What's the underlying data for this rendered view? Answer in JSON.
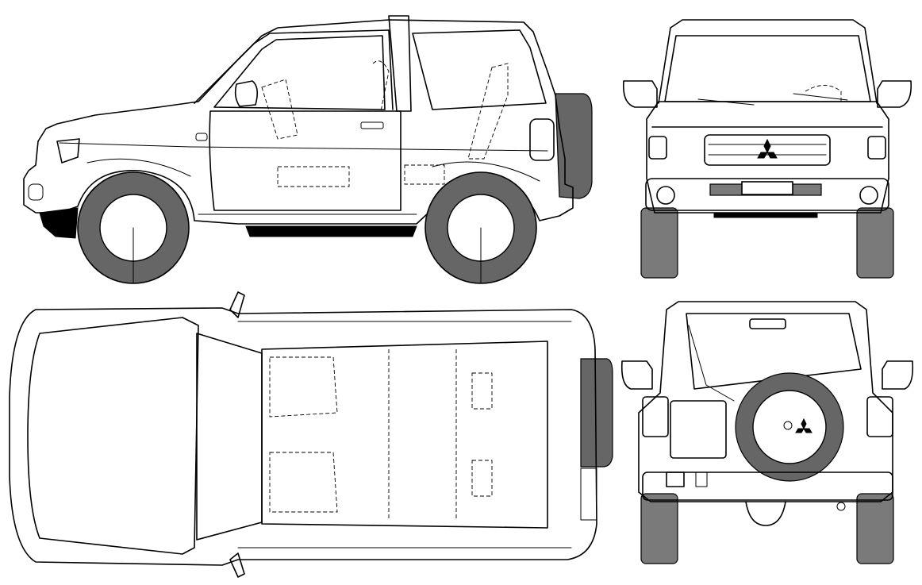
{
  "drawing": {
    "views": [
      {
        "key": "side",
        "label": "side-view"
      },
      {
        "key": "front",
        "label": "front-view"
      },
      {
        "key": "top",
        "label": "top-view"
      },
      {
        "key": "rear",
        "label": "rear-view"
      }
    ],
    "colors": {
      "line": "#000000",
      "tire": "#666666",
      "spare_tire": "#7a7a7a",
      "background": "#ffffff"
    },
    "icons": [
      "mitsubishi-logo-icon"
    ]
  }
}
